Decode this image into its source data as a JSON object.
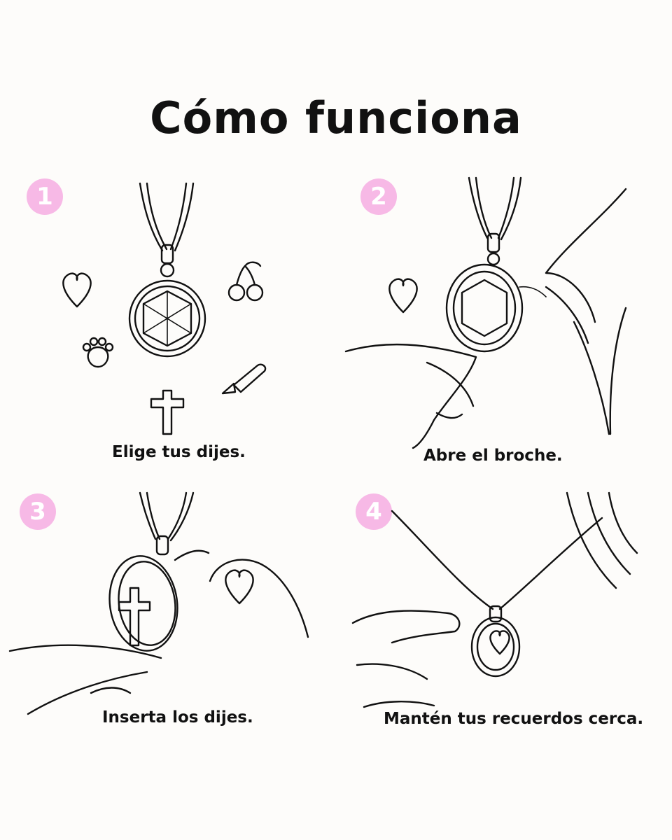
{
  "title": "Cómo funciona",
  "accent_color": "#f7b9e6",
  "steps": [
    {
      "number": "1",
      "caption": "Elige tus dijes.",
      "icons": [
        "necklace-locket-icon",
        "heart-charm-icon",
        "cherry-charm-icon",
        "paw-charm-icon",
        "bottle-charm-icon",
        "cross-charm-icon"
      ]
    },
    {
      "number": "2",
      "caption": "Abre el broche.",
      "icons": [
        "necklace-locket-icon",
        "heart-charm-icon",
        "hand-icon"
      ]
    },
    {
      "number": "3",
      "caption": "Inserta los dijes.",
      "icons": [
        "open-locket-icon",
        "cross-charm-icon",
        "heart-charm-icon",
        "hand-icon"
      ]
    },
    {
      "number": "4",
      "caption": "Mantén tus recuerdos cerca.",
      "icons": [
        "worn-necklace-icon",
        "hand-icon",
        "hair-icon"
      ]
    }
  ]
}
